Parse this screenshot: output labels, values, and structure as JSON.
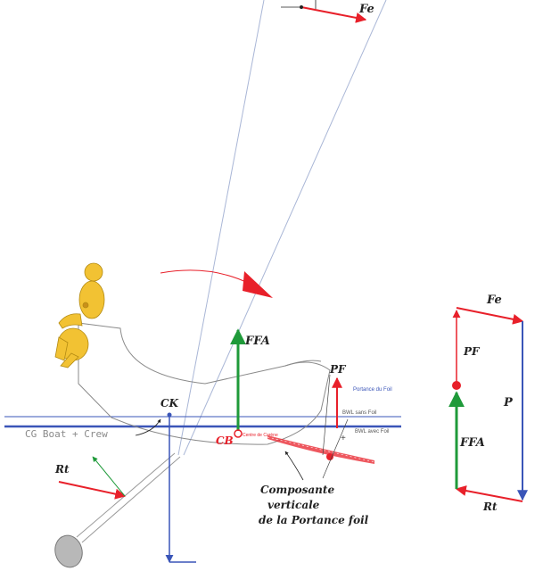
{
  "labels": {
    "fe_top": "Fe",
    "fe_right": "Fe",
    "ffa": "FFA",
    "ffa_right": "FFA",
    "pf": "PF",
    "pf_right": "PF",
    "p_right": "P",
    "rt_left": "Rt",
    "rt_right": "Rt",
    "ck": "CK",
    "cb": "CB",
    "cg_boat_crew": "CG Boat + Crew",
    "centre_de_carene": "Centre de Carène",
    "portance_du_foil": "Portance du Foil",
    "bwl_sans_foil": "BWL sans Foil",
    "bwl_avec_foil": "BWL avec Foil",
    "composante_line1": "Composante",
    "composante_line2": "verticale",
    "composante_line3": "de la Portance foil"
  },
  "colors": {
    "red": "#e8202a",
    "green": "#1f9a3a",
    "blue": "#3a55b8",
    "crew": "#f2c233",
    "hull": "#8a8a8a",
    "mast": "#a9b6d6"
  }
}
